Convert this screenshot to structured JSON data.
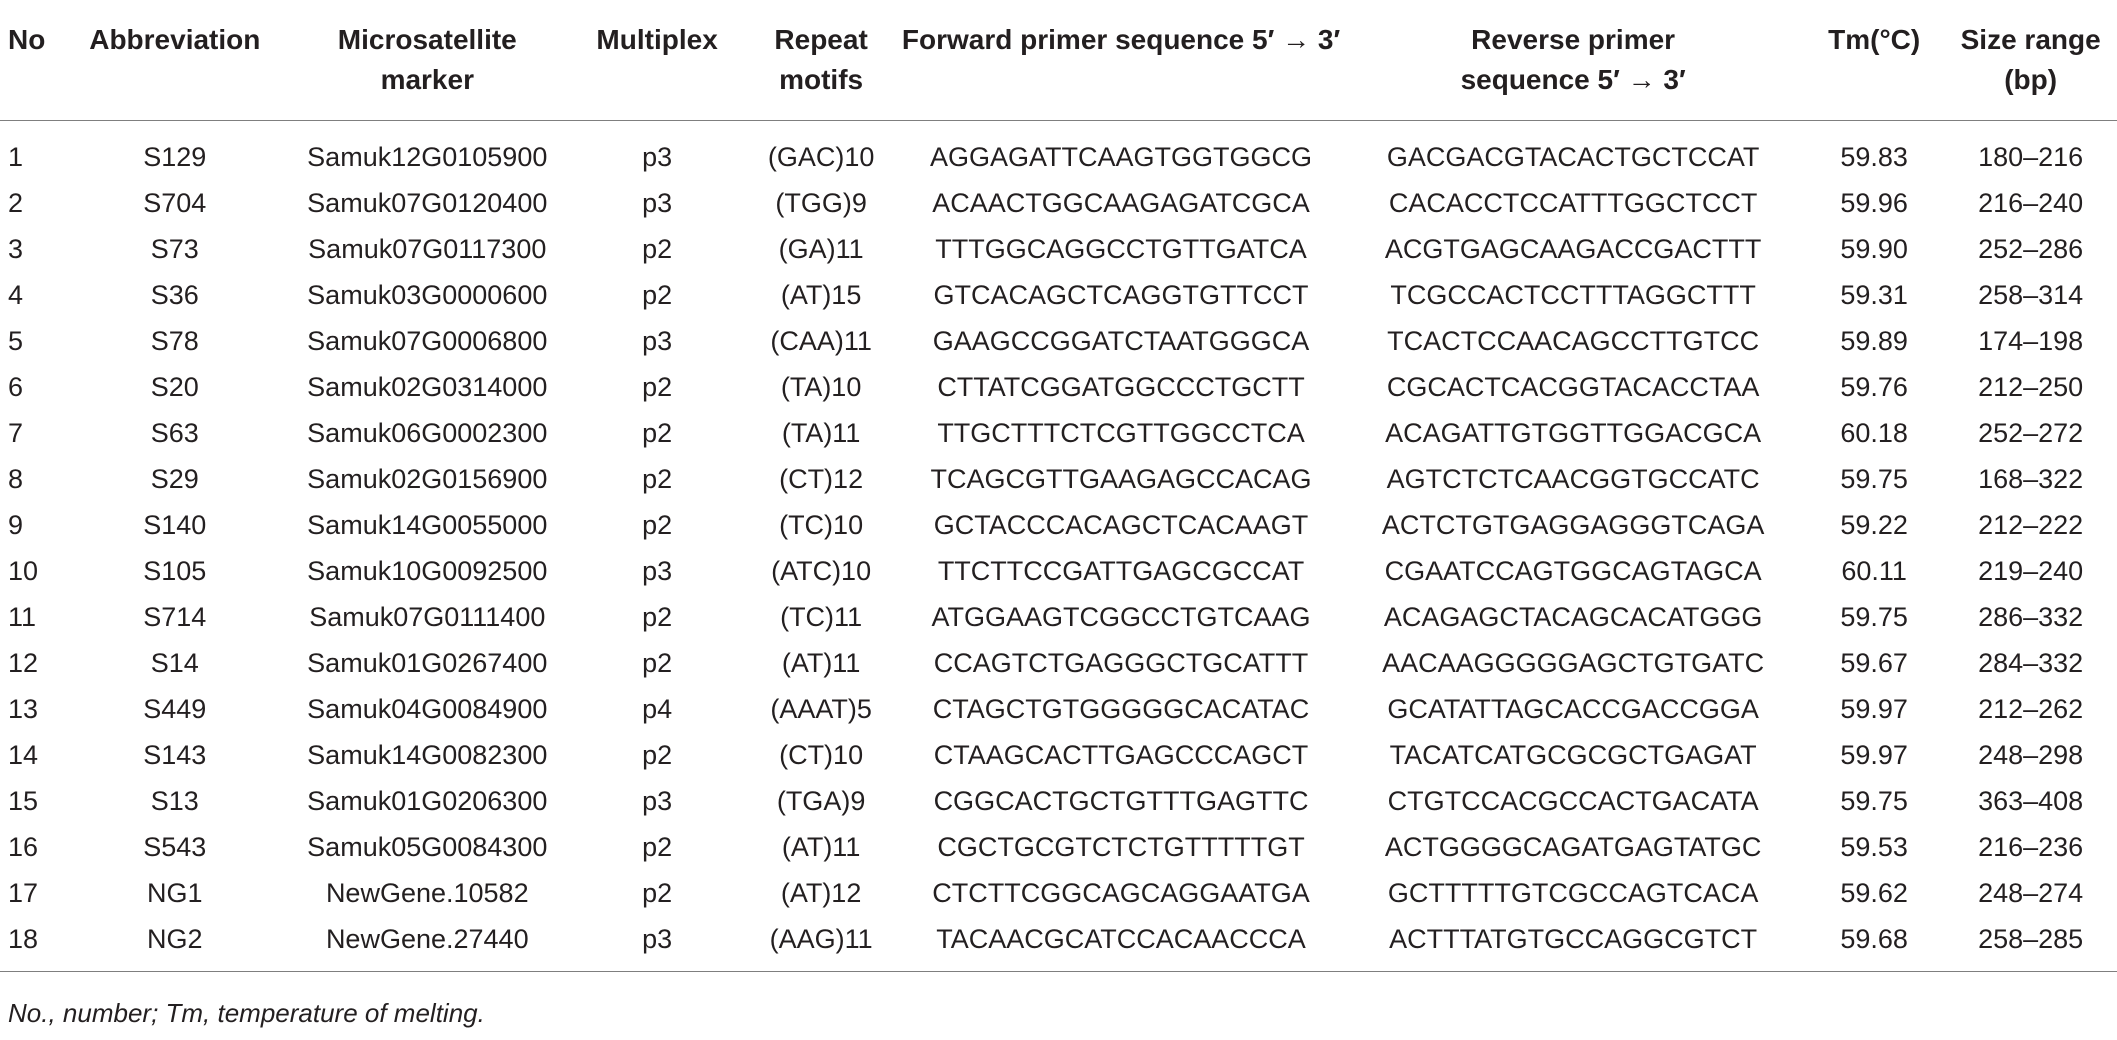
{
  "table": {
    "headers": [
      "No",
      "Abbreviation",
      "Microsatellite marker",
      "Multiplex",
      "Repeat motifs",
      "Forward primer sequence 5′ → 3′",
      "Reverse primer sequence 5′ → 3′",
      "Tm(°C)",
      "Size range (bp)"
    ],
    "header_lines": [
      [
        "No"
      ],
      [
        "Abbreviation"
      ],
      [
        "Microsatellite",
        "marker"
      ],
      [
        "Multiplex"
      ],
      [
        "Repeat",
        "motifs"
      ],
      [
        "Forward primer sequence 5′ → 3′"
      ],
      [
        "Reverse primer",
        "sequence 5′ → 3′"
      ],
      [
        "Tm(°C)"
      ],
      [
        "Size range",
        "(bp)"
      ]
    ],
    "rows": [
      [
        "1",
        "S129",
        "Samuk12G0105900",
        "p3",
        "(GAC)10",
        "AGGAGATTCAAGTGGTGGCG",
        "GACGACGTACACTGCTCCAT",
        "59.83",
        "180–216"
      ],
      [
        "2",
        "S704",
        "Samuk07G0120400",
        "p3",
        "(TGG)9",
        "ACAACTGGCAAGAGATCGCA",
        "CACACCTCCATTTGGCTCCT",
        "59.96",
        "216–240"
      ],
      [
        "3",
        "S73",
        "Samuk07G0117300",
        "p2",
        "(GA)11",
        "TTTGGCAGGCCTGTTGATCA",
        "ACGTGAGCAAGACCGACTTT",
        "59.90",
        "252–286"
      ],
      [
        "4",
        "S36",
        "Samuk03G0000600",
        "p2",
        "(AT)15",
        "GTCACAGCTCAGGTGTTCCT",
        "TCGCCACTCCTTTAGGCTTT",
        "59.31",
        "258–314"
      ],
      [
        "5",
        "S78",
        "Samuk07G0006800",
        "p3",
        "(CAA)11",
        "GAAGCCGGATCTAATGGGCA",
        "TCACTCCAACAGCCTTGTCC",
        "59.89",
        "174–198"
      ],
      [
        "6",
        "S20",
        "Samuk02G0314000",
        "p2",
        "(TA)10",
        "CTTATCGGATGGCCCTGCTT",
        "CGCACTCACGGTACACCTAA",
        "59.76",
        "212–250"
      ],
      [
        "7",
        "S63",
        "Samuk06G0002300",
        "p2",
        "(TA)11",
        "TTGCTTTCTCGTTGGCCTCA",
        "ACAGATTGTGGTTGGACGCA",
        "60.18",
        "252–272"
      ],
      [
        "8",
        "S29",
        "Samuk02G0156900",
        "p2",
        "(CT)12",
        "TCAGCGTTGAAGAGCCACAG",
        "AGTCTCTCAACGGTGCCATC",
        "59.75",
        "168–322"
      ],
      [
        "9",
        "S140",
        "Samuk14G0055000",
        "p2",
        "(TC)10",
        "GCTACCCACAGCTCACAAGT",
        "ACTCTGTGAGGAGGGTCAGA",
        "59.22",
        "212–222"
      ],
      [
        "10",
        "S105",
        "Samuk10G0092500",
        "p3",
        "(ATC)10",
        "TTCTTCCGATTGAGCGCCAT",
        "CGAATCCAGTGGCAGTAGCA",
        "60.11",
        "219–240"
      ],
      [
        "11",
        "S714",
        "Samuk07G0111400",
        "p2",
        "(TC)11",
        "ATGGAAGTCGGCCTGTCAAG",
        "ACAGAGCTACAGCACATGGG",
        "59.75",
        "286–332"
      ],
      [
        "12",
        "S14",
        "Samuk01G0267400",
        "p2",
        "(AT)11",
        "CCAGTCTGAGGGCTGCATTT",
        "AACAAGGGGGAGCTGTGATC",
        "59.67",
        "284–332"
      ],
      [
        "13",
        "S449",
        "Samuk04G0084900",
        "p4",
        "(AAAT)5",
        "CTAGCTGTGGGGGCACATAC",
        "GCATATTAGCACCGACCGGA",
        "59.97",
        "212–262"
      ],
      [
        "14",
        "S143",
        "Samuk14G0082300",
        "p2",
        "(CT)10",
        "CTAAGCACTTGAGCCCAGCT",
        "TACATCATGCGCGCTGAGAT",
        "59.97",
        "248–298"
      ],
      [
        "15",
        "S13",
        "Samuk01G0206300",
        "p3",
        "(TGA)9",
        "CGGCACTGCTGTTTGAGTTC",
        "CTGTCCACGCCACTGACATA",
        "59.75",
        "363–408"
      ],
      [
        "16",
        "S543",
        "Samuk05G0084300",
        "p2",
        "(AT)11",
        "CGCTGCGTCTCTGTTTTTGT",
        "ACTGGGGCAGATGAGTATGC",
        "59.53",
        "216–236"
      ],
      [
        "17",
        "NG1",
        "NewGene.10582",
        "p2",
        "(AT)12",
        "CTCTTCGGCAGCAGGAATGA",
        "GCTTTTTGTCGCCAGTCACA",
        "59.62",
        "248–274"
      ],
      [
        "18",
        "NG2",
        "NewGene.27440",
        "p3",
        "(AAG)11",
        "TACAACGCATCCACAACCCA",
        "ACTTTATGTGCCAGGCGTCT",
        "59.68",
        "258–285"
      ]
    ]
  },
  "footnote": "No., number; Tm, temperature of melting."
}
